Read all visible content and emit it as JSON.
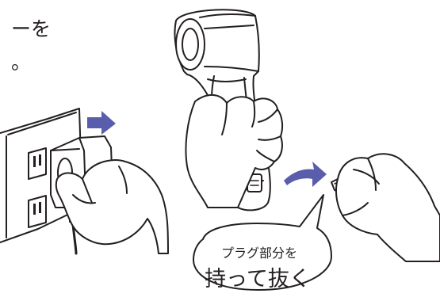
{
  "instruction_fragment": {
    "line1": "ーを",
    "line2": "。"
  },
  "callout": {
    "line1": "プラグ部分を",
    "line2": "持って抜く"
  },
  "colors": {
    "ink": "#231f20",
    "arrow": "#5a5dab",
    "paper": "#ffffff"
  },
  "icons": {
    "arrow_to_outlet": "right-arrow-icon",
    "arrow_to_plug": "curved-arrow-icon"
  }
}
